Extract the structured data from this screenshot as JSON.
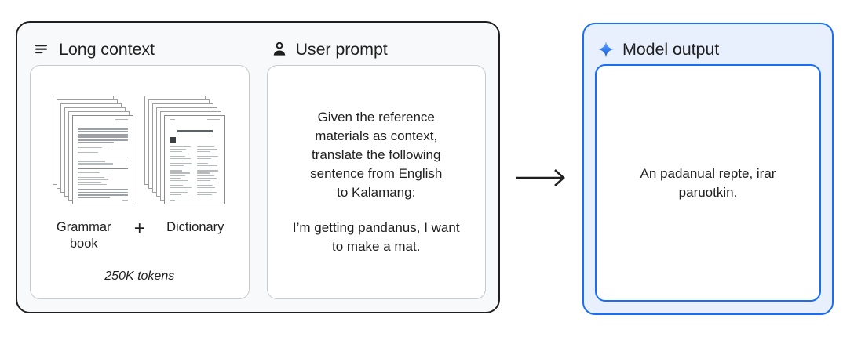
{
  "input_panel": {
    "context": {
      "icon": "notes-lines-icon",
      "header": "Long context",
      "doc_left_label": "Grammar\nbook",
      "plus": "+",
      "doc_right_label": "Dictionary",
      "token_note": "250K tokens"
    },
    "prompt": {
      "icon": "person-icon",
      "header": "User prompt",
      "instruction": "Given the reference\nmaterials as context,\ntranslate the following\nsentence from English\nto Kalamang:",
      "sentence": "I’m getting pandanus, I want\nto make a mat."
    }
  },
  "flow": {
    "arrow_icon": "right-arrow-icon"
  },
  "output_panel": {
    "icon": "sparkle-icon",
    "header": "Model output",
    "text": "An padanual repte, irar\nparuotkin."
  },
  "colors": {
    "outline_dark": "#1f1f1f",
    "panel_bg": "#f8f9fa",
    "card_border": "#c8cbcd",
    "accent_blue": "#1b6ef3",
    "output_bg": "#e8f0fe",
    "sparkle_top": "#5e9bf5",
    "sparkle_bottom": "#1b6ef3"
  }
}
